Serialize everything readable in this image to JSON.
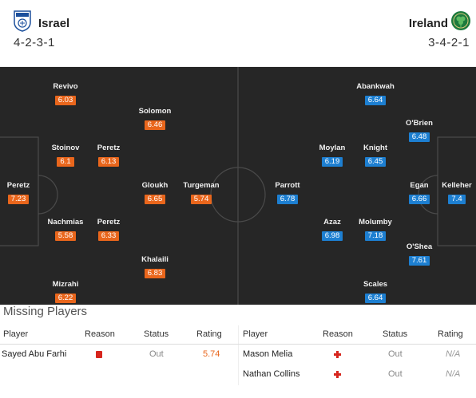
{
  "home": {
    "name": "Israel",
    "formation": "4-2-3-1",
    "crest_icon": "israel-crest-icon",
    "rating_color": "#e9661c",
    "players": [
      {
        "name": "Peretz",
        "rating": "7.23"
      },
      {
        "name": "Revivo",
        "rating": "6.03"
      },
      {
        "name": "Stoinov",
        "rating": "6.1"
      },
      {
        "name": "Nachmias",
        "rating": "5.58"
      },
      {
        "name": "Mizrahi",
        "rating": "6.22"
      },
      {
        "name": "Peretz",
        "rating": "6.13"
      },
      {
        "name": "Peretz",
        "rating": "6.33"
      },
      {
        "name": "Solomon",
        "rating": "6.46"
      },
      {
        "name": "Gloukh",
        "rating": "6.65"
      },
      {
        "name": "Khalaili",
        "rating": "6.83"
      },
      {
        "name": "Turgeman",
        "rating": "5.74"
      }
    ]
  },
  "away": {
    "name": "Ireland",
    "formation": "3-4-2-1",
    "crest_icon": "ireland-crest-icon",
    "rating_color": "#1d7fd1",
    "players": [
      {
        "name": "Kelleher",
        "rating": "7.4"
      },
      {
        "name": "O'Brien",
        "rating": "6.48"
      },
      {
        "name": "Egan",
        "rating": "6.66"
      },
      {
        "name": "O'Shea",
        "rating": "7.61"
      },
      {
        "name": "Abankwah",
        "rating": "6.64"
      },
      {
        "name": "Knight",
        "rating": "6.45"
      },
      {
        "name": "Molumby",
        "rating": "7.18"
      },
      {
        "name": "Scales",
        "rating": "6.64"
      },
      {
        "name": "Moylan",
        "rating": "6.19"
      },
      {
        "name": "Azaz",
        "rating": "6.98"
      },
      {
        "name": "Parrott",
        "rating": "6.78"
      }
    ]
  },
  "missing": {
    "title": "Missing Players",
    "headers": [
      "Player",
      "Reason",
      "Status",
      "Rating"
    ],
    "home": [
      {
        "player": "Sayed Abu Farhi",
        "reason_icon": "red-card-icon",
        "status": "Out",
        "rating": "5.74"
      }
    ],
    "away": [
      {
        "player": "Mason Melia",
        "reason_icon": "injury-icon",
        "status": "Out",
        "rating": "N/A"
      },
      {
        "player": "Nathan Collins",
        "reason_icon": "injury-icon",
        "status": "Out",
        "rating": "N/A"
      }
    ]
  }
}
